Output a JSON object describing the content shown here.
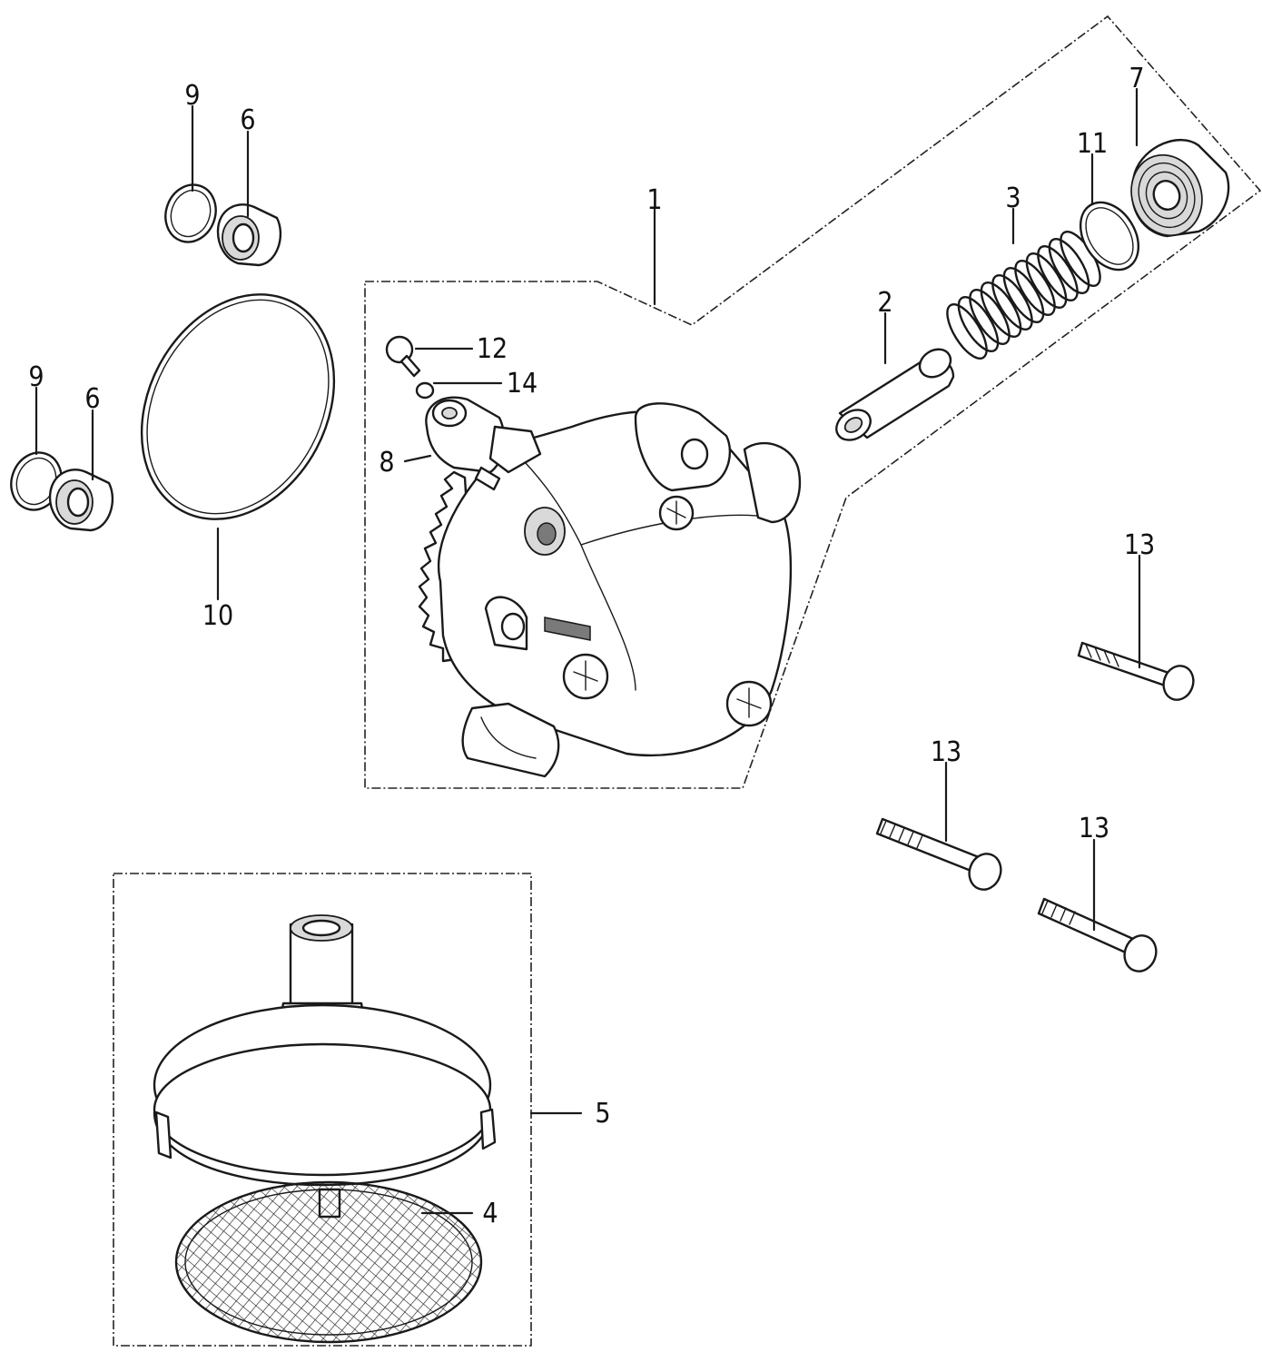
{
  "callouts": {
    "c1": "1",
    "c2": "2",
    "c3": "3",
    "c4": "4",
    "c5": "5",
    "c6a": "6",
    "c6b": "6",
    "c7": "7",
    "c8": "8",
    "c9a": "9",
    "c9b": "9",
    "c10": "10",
    "c11": "11",
    "c12": "12",
    "c13a": "13",
    "c13b": "13",
    "c13c": "13",
    "c14": "14"
  }
}
